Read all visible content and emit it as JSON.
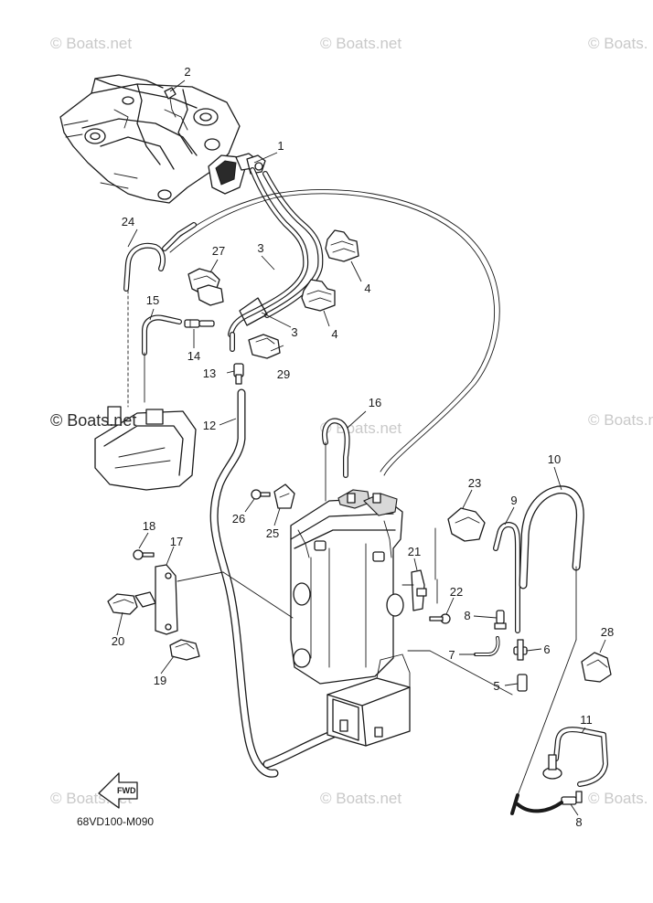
{
  "watermarks": {
    "top_left": "© Boats.net",
    "top_center": "© Boats.net",
    "top_right": "© Boats.",
    "mid_left": "© Boats.net",
    "mid_center": "© Boats.net",
    "mid_right": "© Boats.n",
    "bottom_left": "© Boats.net",
    "bottom_center": "© Boats.net",
    "bottom_right": "© Boats."
  },
  "diagram_code": "68VD100-M090",
  "fwd_label": "FWD",
  "callouts": {
    "c1": "1",
    "c2": "2",
    "c3a": "3",
    "c3b": "3",
    "c4a": "4",
    "c4b": "4",
    "c5": "5",
    "c6": "6",
    "c7": "7",
    "c8a": "8",
    "c8b": "8",
    "c9": "9",
    "c10": "10",
    "c11": "11",
    "c12": "12",
    "c13": "13",
    "c14": "14",
    "c15": "15",
    "c16": "16",
    "c17": "17",
    "c18": "18",
    "c19": "19",
    "c20": "20",
    "c21": "21",
    "c22": "22",
    "c23": "23",
    "c24": "24",
    "c25": "25",
    "c26": "26",
    "c27": "27",
    "c28": "28",
    "c29": "29"
  }
}
